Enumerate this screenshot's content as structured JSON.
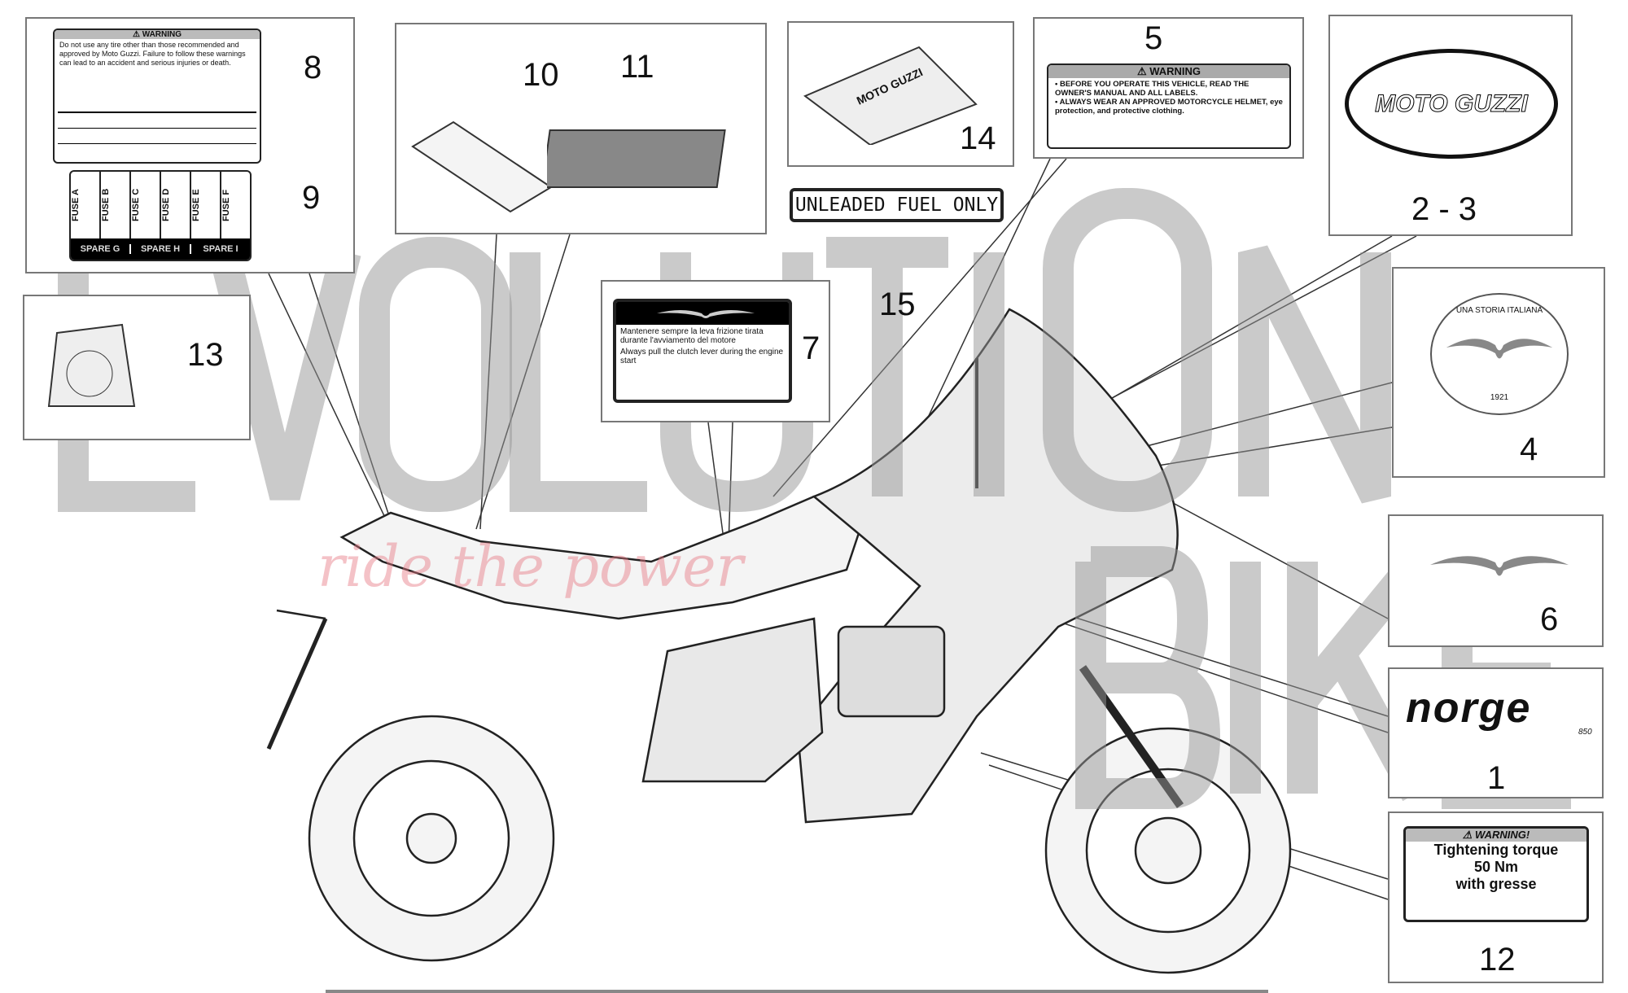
{
  "watermark": {
    "brand": "EVOLUTION BIKE",
    "tagline": "ride the power"
  },
  "callouts": {
    "n1": "1",
    "n2_3": "2 - 3",
    "n4": "4",
    "n5": "5",
    "n6": "6",
    "n7": "7",
    "n8": "8",
    "n9": "9",
    "n10": "10",
    "n11": "11",
    "n12": "12",
    "n13": "13",
    "n14": "14",
    "n15": "15"
  },
  "label8": {
    "title": "⚠ WARNING",
    "body": "Do not use any tire other than those recommended and approved by Moto Guzzi. Failure to follow these warnings can lead to an accident and serious injuries or death."
  },
  "label9": {
    "fuses": [
      "FUSE A",
      "FUSE B",
      "FUSE C",
      "FUSE D",
      "FUSE E",
      "FUSE F"
    ],
    "spares": [
      "SPARE G",
      "SPARE H",
      "SPARE I"
    ]
  },
  "label5": {
    "title": "⚠ WARNING",
    "line1": "• BEFORE YOU OPERATE THIS VEHICLE, READ THE OWNER'S MANUAL AND ALL LABELS.",
    "line2": "• ALWAYS WEAR AN APPROVED MOTORCYCLE HELMET, eye protection, and protective clothing."
  },
  "label7": {
    "it": "Mantenere sempre la leva frizione tirata durante l'avviamento del motore",
    "en": "Always pull the clutch lever during the engine start"
  },
  "label15": {
    "text": "UNLEADED FUEL ONLY"
  },
  "label2_3": {
    "text": "MOTO GUZZI"
  },
  "label4": {
    "top": "UNA STORIA ITALIANA",
    "bottom": "1921"
  },
  "label1": {
    "text": "norge",
    "sub": "850"
  },
  "label12": {
    "title": "⚠ WARNING!",
    "l1": "Tightening torque",
    "l2": "50 Nm",
    "l3": "with gresse"
  },
  "label14": {
    "text": "MOTO GUZZI"
  }
}
